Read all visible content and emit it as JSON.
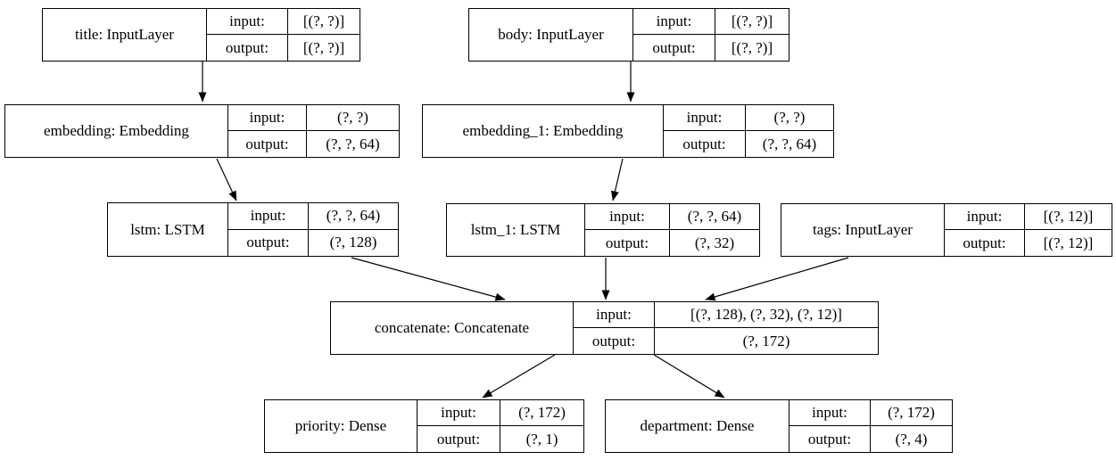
{
  "diagram": {
    "type": "keras-model-plot",
    "colors": {
      "background": "#ffffff",
      "border": "#000000",
      "text": "#000000",
      "arrow": "#000000"
    },
    "io_labels": {
      "input": "input:",
      "output": "output:"
    },
    "nodes": [
      {
        "id": "title",
        "name": "title: InputLayer",
        "input_shape": "[(?, ?)]",
        "output_shape": "[(?, ?)]"
      },
      {
        "id": "body",
        "name": "body: InputLayer",
        "input_shape": "[(?, ?)]",
        "output_shape": "[(?, ?)]"
      },
      {
        "id": "embedding",
        "name": "embedding: Embedding",
        "input_shape": "(?, ?)",
        "output_shape": "(?, ?, 64)"
      },
      {
        "id": "embedding_1",
        "name": "embedding_1: Embedding",
        "input_shape": "(?, ?)",
        "output_shape": "(?, ?, 64)"
      },
      {
        "id": "lstm",
        "name": "lstm: LSTM",
        "input_shape": "(?, ?, 64)",
        "output_shape": "(?, 128)"
      },
      {
        "id": "lstm_1",
        "name": "lstm_1: LSTM",
        "input_shape": "(?, ?, 64)",
        "output_shape": "(?, 32)"
      },
      {
        "id": "tags",
        "name": "tags: InputLayer",
        "input_shape": "[(?, 12)]",
        "output_shape": "[(?, 12)]"
      },
      {
        "id": "concatenate",
        "name": "concatenate: Concatenate",
        "input_shape": "[(?, 128), (?, 32), (?, 12)]",
        "output_shape": "(?, 172)"
      },
      {
        "id": "priority",
        "name": "priority: Dense",
        "input_shape": "(?, 172)",
        "output_shape": "(?, 1)"
      },
      {
        "id": "department",
        "name": "department: Dense",
        "input_shape": "(?, 172)",
        "output_shape": "(?, 4)"
      }
    ],
    "edges": [
      {
        "from": "title",
        "to": "embedding"
      },
      {
        "from": "body",
        "to": "embedding_1"
      },
      {
        "from": "embedding",
        "to": "lstm"
      },
      {
        "from": "embedding_1",
        "to": "lstm_1"
      },
      {
        "from": "lstm",
        "to": "concatenate"
      },
      {
        "from": "lstm_1",
        "to": "concatenate"
      },
      {
        "from": "tags",
        "to": "concatenate"
      },
      {
        "from": "concatenate",
        "to": "priority"
      },
      {
        "from": "concatenate",
        "to": "department"
      }
    ]
  }
}
